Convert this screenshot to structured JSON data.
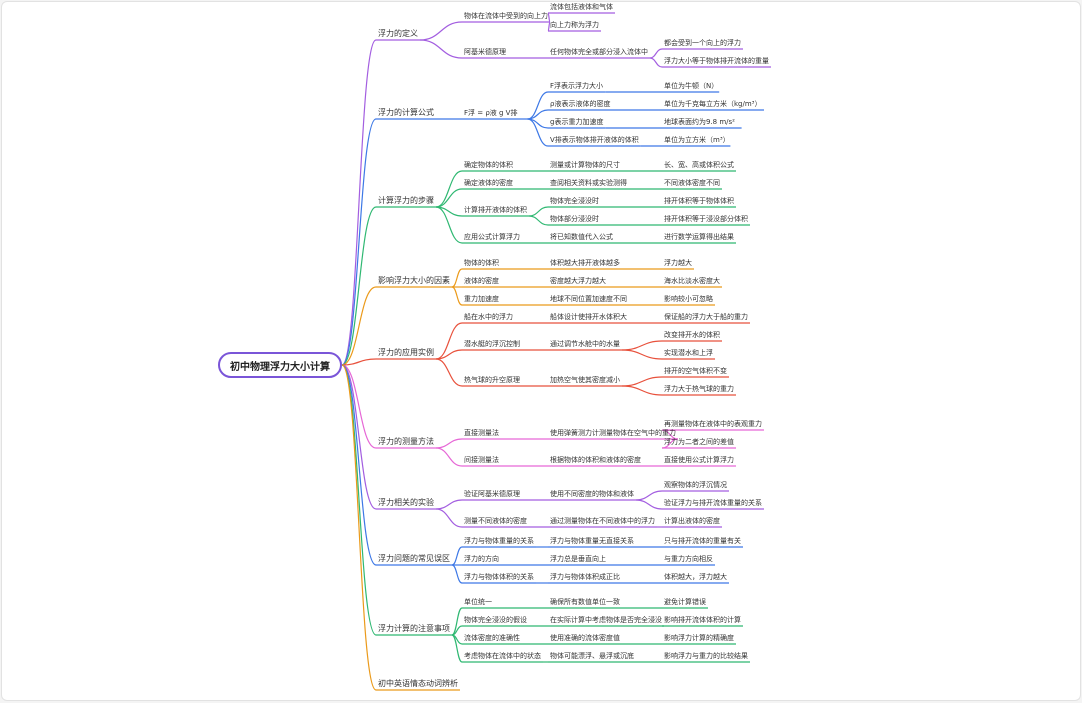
{
  "root": "初中物理浮力大小计算",
  "colors": {
    "purple": "#a35ee0",
    "blue": "#3d78e6",
    "green": "#2fb872",
    "orange": "#eb9a1a",
    "red": "#e8513c",
    "pink": "#e667d6",
    "root_border": "#7a55d8"
  },
  "branches": [
    {
      "label": "浮力的定义",
      "color": "purple",
      "children": [
        {
          "label": "物体在流体中受到的向上力",
          "children": [
            {
              "label": "流体包括液体和气体"
            },
            {
              "label": "向上力称为浮力"
            }
          ]
        },
        {
          "label": "阿基米德原理",
          "children": [
            {
              "label": "任何物体完全或部分浸入流体中",
              "children": [
                {
                  "label": "都会受到一个向上的浮力"
                },
                {
                  "label": "浮力大小等于物体排开流体的重量"
                }
              ]
            }
          ]
        }
      ]
    },
    {
      "label": "浮力的计算公式",
      "color": "blue",
      "children": [
        {
          "label": "F浮 = ρ液 g V排",
          "children": [
            {
              "label": "F浮表示浮力大小",
              "children": [
                {
                  "label": "单位为牛顿（N）"
                }
              ]
            },
            {
              "label": "ρ液表示液体的密度",
              "children": [
                {
                  "label": "单位为千克每立方米（kg/m³）"
                }
              ]
            },
            {
              "label": "g表示重力加速度",
              "children": [
                {
                  "label": "地球表面约为9.8 m/s²"
                }
              ]
            },
            {
              "label": "V排表示物体排开液体的体积",
              "children": [
                {
                  "label": "单位为立方米（m³）"
                }
              ]
            }
          ]
        }
      ]
    },
    {
      "label": "计算浮力的步骤",
      "color": "green",
      "children": [
        {
          "label": "确定物体的体积",
          "children": [
            {
              "label": "测量或计算物体的尺寸",
              "children": [
                {
                  "label": "长、宽、高或体积公式"
                }
              ]
            }
          ]
        },
        {
          "label": "确定液体的密度",
          "children": [
            {
              "label": "查阅相关资料或实验测得",
              "children": [
                {
                  "label": "不同液体密度不同"
                }
              ]
            }
          ]
        },
        {
          "label": "计算排开液体的体积",
          "children": [
            {
              "label": "物体完全浸没时",
              "children": [
                {
                  "label": "排开体积等于物体体积"
                }
              ]
            },
            {
              "label": "物体部分浸没时",
              "children": [
                {
                  "label": "排开体积等于浸没部分体积"
                }
              ]
            }
          ]
        },
        {
          "label": "应用公式计算浮力",
          "children": [
            {
              "label": "将已知数值代入公式",
              "children": [
                {
                  "label": "进行数学运算得出结果"
                }
              ]
            }
          ]
        }
      ]
    },
    {
      "label": "影响浮力大小的因素",
      "color": "orange",
      "children": [
        {
          "label": "物体的体积",
          "children": [
            {
              "label": "体积越大排开液体越多",
              "children": [
                {
                  "label": "浮力越大"
                }
              ]
            }
          ]
        },
        {
          "label": "液体的密度",
          "children": [
            {
              "label": "密度越大浮力越大",
              "children": [
                {
                  "label": "海水比淡水密度大"
                }
              ]
            }
          ]
        },
        {
          "label": "重力加速度",
          "children": [
            {
              "label": "地球不同位置加速度不同",
              "children": [
                {
                  "label": "影响较小可忽略"
                }
              ]
            }
          ]
        }
      ]
    },
    {
      "label": "浮力的应用实例",
      "color": "red",
      "children": [
        {
          "label": "船在水中的浮力",
          "children": [
            {
              "label": "船体设计使排开水体积大",
              "children": [
                {
                  "label": "保证船的浮力大于船的重力"
                }
              ]
            }
          ]
        },
        {
          "label": "潜水艇的浮沉控制",
          "children": [
            {
              "label": "通过调节水舱中的水量",
              "children": [
                {
                  "label": "改变排开水的体积"
                },
                {
                  "label": "实现潜水和上浮"
                }
              ]
            }
          ]
        },
        {
          "label": "热气球的升空原理",
          "children": [
            {
              "label": "加热空气使其密度减小",
              "children": [
                {
                  "label": "排开的空气体积不变"
                },
                {
                  "label": "浮力大于热气球的重力"
                }
              ]
            }
          ]
        }
      ]
    },
    {
      "label": "浮力的测量方法",
      "color": "pink",
      "children": [
        {
          "label": "直接测量法",
          "children": [
            {
              "label": "使用弹簧测力计测量物体在空气中的重力",
              "children": [
                {
                  "label": "再测量物体在液体中的表观重力"
                },
                {
                  "label": "浮力为二者之间的差值"
                }
              ]
            }
          ]
        },
        {
          "label": "间接测量法",
          "children": [
            {
              "label": "根据物体的体积和液体的密度",
              "children": [
                {
                  "label": "直接使用公式计算浮力"
                }
              ]
            }
          ]
        }
      ]
    },
    {
      "label": "浮力相关的实验",
      "color": "purple",
      "children": [
        {
          "label": "验证阿基米德原理",
          "children": [
            {
              "label": "使用不同密度的物体和液体",
              "children": [
                {
                  "label": "观察物体的浮沉情况"
                },
                {
                  "label": "验证浮力与排开流体重量的关系"
                }
              ]
            }
          ]
        },
        {
          "label": "测量不同液体的密度",
          "children": [
            {
              "label": "通过测量物体在不同液体中的浮力",
              "children": [
                {
                  "label": "计算出液体的密度"
                }
              ]
            }
          ]
        }
      ]
    },
    {
      "label": "浮力问题的常见误区",
      "color": "blue",
      "children": [
        {
          "label": "浮力与物体重量的关系",
          "children": [
            {
              "label": "浮力与物体重量无直接关系",
              "children": [
                {
                  "label": "只与排开流体的重量有关"
                }
              ]
            }
          ]
        },
        {
          "label": "浮力的方向",
          "children": [
            {
              "label": "浮力总是垂直向上",
              "children": [
                {
                  "label": "与重力方向相反"
                }
              ]
            }
          ]
        },
        {
          "label": "浮力与物体体积的关系",
          "children": [
            {
              "label": "浮力与物体体积成正比",
              "children": [
                {
                  "label": "体积越大，浮力越大"
                }
              ]
            }
          ]
        }
      ]
    },
    {
      "label": "浮力计算的注意事项",
      "color": "green",
      "children": [
        {
          "label": "单位统一",
          "children": [
            {
              "label": "确保所有数值单位一致",
              "children": [
                {
                  "label": "避免计算错误"
                }
              ]
            }
          ]
        },
        {
          "label": "物体完全浸没的假设",
          "children": [
            {
              "label": "在实际计算中考虑物体是否完全浸没",
              "children": [
                {
                  "label": "影响排开流体体积的计算"
                }
              ]
            }
          ]
        },
        {
          "label": "流体密度的准确性",
          "children": [
            {
              "label": "使用准确的流体密度值",
              "children": [
                {
                  "label": "影响浮力计算的精确度"
                }
              ]
            }
          ]
        },
        {
          "label": "考虑物体在流体中的状态",
          "children": [
            {
              "label": "物体可能漂浮、悬浮或沉底",
              "children": [
                {
                  "label": "影响浮力与重力的比较结果"
                }
              ]
            }
          ]
        }
      ]
    },
    {
      "label": "初中英语情态动词辨析",
      "color": "orange",
      "children": []
    }
  ]
}
